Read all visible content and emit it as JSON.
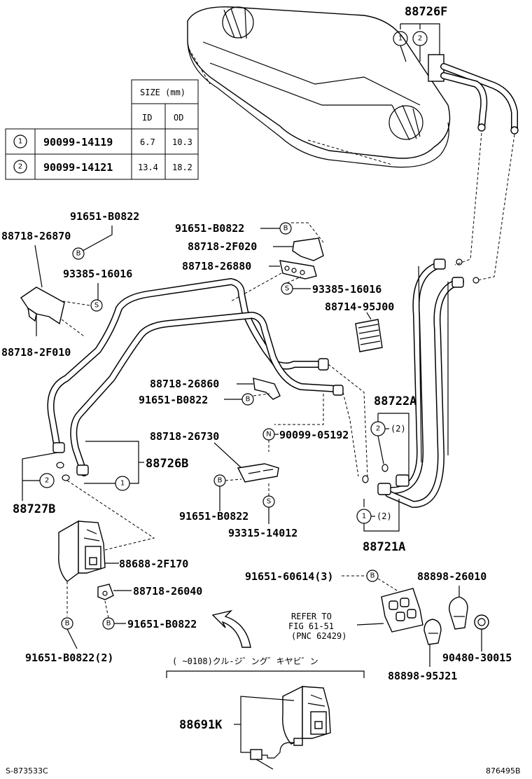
{
  "table": {
    "header": "SIZE (mm)",
    "col_id": "ID",
    "col_od": "OD",
    "rows": [
      {
        "key": "1",
        "part": "90099-14119",
        "id": "6.7",
        "od": "10.3"
      },
      {
        "key": "2",
        "part": "90099-14121",
        "id": "13.4",
        "od": "18.2"
      }
    ]
  },
  "labels": {
    "p88726F": "88726F",
    "p91651_B0822_a": "91651-B0822",
    "p88718_26870": "88718-26870",
    "p93385_16016_a": "93385-16016",
    "p88718_2F010": "88718-2F010",
    "p91651_B0822_b": "91651-B0822",
    "p88718_2F020": "88718-2F020",
    "p88718_26880": "88718-26880",
    "p93385_16016_b": "93385-16016",
    "p88714_95J00": "88714-95J00",
    "p88718_26860": "88718-26860",
    "p91651_B0822_c": "91651-B0822",
    "p88722A": "88722A",
    "p88718_26730": "88718-26730",
    "p90099_05192": "90099-05192",
    "p88726B": "88726B",
    "p88727B": "88727B",
    "p91651_B0822_d": "91651-B0822",
    "p93315_14012": "93315-14012",
    "p88721A": "88721A",
    "p88688_2F170": "88688-2F170",
    "p88718_26040": "88718-26040",
    "p91651_60614": "91651-60614(3)",
    "p88898_26010": "88898-26010",
    "p91651_B0822_e": "91651-B0822",
    "refer1": "REFER TO",
    "refer2": "FIG 61-51",
    "refer3": "(PNC 62429)",
    "p90480_30015": "90480-30015",
    "p91651_B0822_2": "91651-B0822(2)",
    "p88898_95J21": "88898-95J21",
    "cruise_note": "(    ~0108)クル-ジ゛ング゛キヤビ゛ン",
    "p88691K": "88691K",
    "qty2_a": "(2)",
    "qty2_b": "(2)",
    "footer_left": "S-873533C",
    "footer_right": "876495B"
  },
  "symbols": {
    "one": "1",
    "two": "2",
    "B": "B",
    "S": "S",
    "N": "N"
  }
}
